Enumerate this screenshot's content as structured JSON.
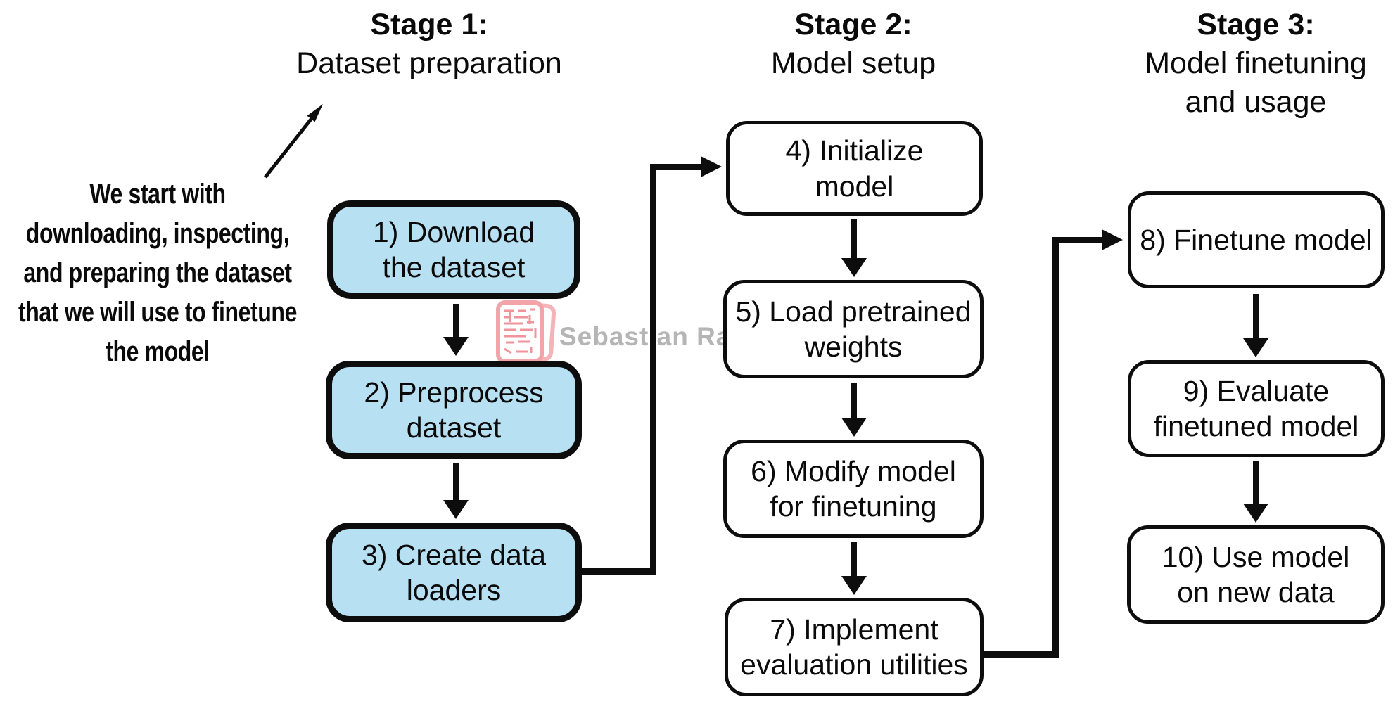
{
  "diagram": {
    "type": "flowchart",
    "stage_titles": [
      {
        "title": "Stage 1:",
        "subtitle": "Dataset preparation"
      },
      {
        "title": "Stage 2:",
        "subtitle": "Model setup"
      },
      {
        "title": "Stage 3:",
        "subtitle": "Model finetuning and usage"
      }
    ],
    "annotation": {
      "text": "We start with\ndownloading, inspecting,\nand preparing the dataset\nthat we will use to finetune\nthe model"
    },
    "boxes": [
      {
        "id": 1,
        "stage": 1,
        "label": "1) Download\nthe dataset",
        "highlighted": true
      },
      {
        "id": 2,
        "stage": 1,
        "label": "2) Preprocess\ndataset",
        "highlighted": true
      },
      {
        "id": 3,
        "stage": 1,
        "label": "3) Create data\nloaders",
        "highlighted": true
      },
      {
        "id": 4,
        "stage": 2,
        "label": "4) Initialize\nmodel",
        "highlighted": false
      },
      {
        "id": 5,
        "stage": 2,
        "label": "5) Load pretrained\nweights",
        "highlighted": false
      },
      {
        "id": 6,
        "stage": 2,
        "label": "6) Modify model\nfor finetuning",
        "highlighted": false
      },
      {
        "id": 7,
        "stage": 2,
        "label": "7) Implement\nevaluation utilities",
        "highlighted": false
      },
      {
        "id": 8,
        "stage": 3,
        "label": "8) Finetune model",
        "highlighted": false
      },
      {
        "id": 9,
        "stage": 3,
        "label": "9) Evaluate\nfinetuned model",
        "highlighted": false
      },
      {
        "id": 10,
        "stage": 3,
        "label": "10) Use model\non new data",
        "highlighted": false
      }
    ],
    "flow": [
      "1→2",
      "2→3",
      "3→4",
      "4→5",
      "5→6",
      "6→7",
      "7→8",
      "8→9",
      "9→10"
    ],
    "watermark": {
      "text": "Sebastian Raschka"
    },
    "colors": {
      "highlight_fill": "#b8e0f3",
      "box_fill": "#ffffff",
      "line": "#0d0d0d",
      "watermark_text": "#b5b5b5",
      "watermark_logo": "#f2a9ad"
    }
  }
}
